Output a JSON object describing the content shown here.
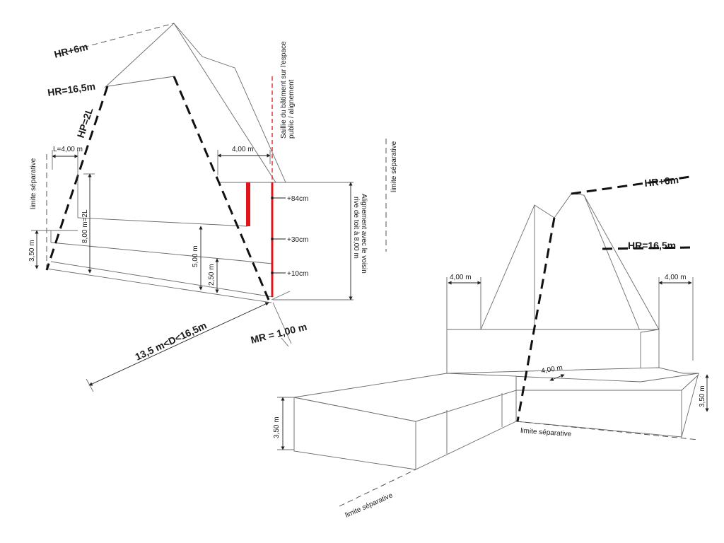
{
  "left_section": {
    "hr6": "HR+6m",
    "hr165": "HR=16,5m",
    "hp": "HP=2L",
    "l4": "L=4,00 m",
    "limite_sep": "limite séparative",
    "h350": "3,50 m",
    "h800": "8,00 m=2L",
    "h500": "5,00 m",
    "h250": "2,50 m",
    "setback_4": "4,00 m",
    "saillie_l1": "Saillie du bâtiment sur l'espace",
    "saillie_l2": "public / alignement",
    "p84": "+84cm",
    "p30": "+30cm",
    "p10": "+10cm",
    "align_l1": "Alignement avec le voisin",
    "align_l2": "rive de toit à 8,00 m",
    "mr": "MR = 1,00 m",
    "distance": "13,5 m<D<16,5m",
    "limite_sep_right": "limite séparative"
  },
  "right_section": {
    "hr6": "HR+6m",
    "hr165": "HR=16,5m",
    "w4_left": "4,00 m",
    "w4_right": "4,00 m",
    "w4_mid": "4,00 m",
    "h350_right": "3,50 m",
    "h350_left": "3,50 m",
    "limite_sep_1": "limite séparative",
    "limite_sep_2": "limite séparative"
  },
  "colors": {
    "red_marking": "#e0141b",
    "line": "#6b6b6b",
    "heavy": "#111111"
  }
}
